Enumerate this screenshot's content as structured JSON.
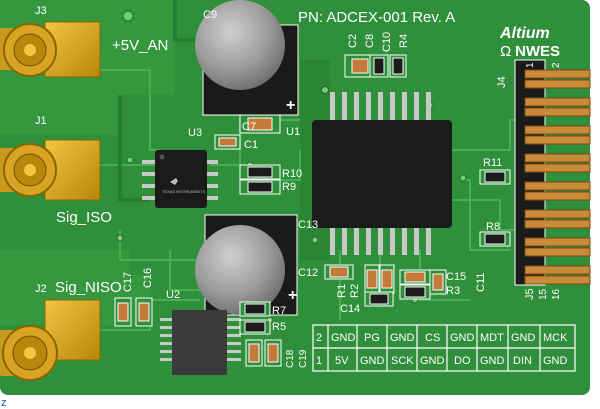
{
  "board": {
    "part_number": "PN: ADCEX-001 Rev. A",
    "logo_line1": "Altium",
    "logo_line2": "NWES"
  },
  "connectors": {
    "j3": "J3",
    "j1": "J1",
    "j2": "J2",
    "j3_label": "+5V_AN",
    "j1_label": "Sig_ISO",
    "j2_label": "Sig_NISO"
  },
  "refs": {
    "c9": "C9",
    "c2": "C2",
    "c8": "C8",
    "c10": "C10",
    "r4": "R4",
    "c7": "C7",
    "c1": "C1",
    "u3": "U3",
    "u1": "U1",
    "r10": "R10",
    "r9": "R9",
    "r11": "R11",
    "r8": "R8",
    "c13": "C13",
    "c12": "C12",
    "c14": "C14",
    "r1": "R1",
    "r2": "R2",
    "c15": "C15",
    "c11": "C11",
    "r3": "R3",
    "c17": "C17",
    "c16": "C16",
    "u2": "U2",
    "r7": "R7",
    "r5": "R5",
    "c18": "C18",
    "c19": "C19",
    "j4": "J4",
    "j5": "J5",
    "pin1": "1",
    "pin2": "2",
    "pin15": "15",
    "pin16": "16",
    "polarity_plus": "+",
    "corner_mark": "z"
  },
  "pinout": {
    "row2_number": "2",
    "row1_number": "1",
    "row2": [
      "GND",
      "PG",
      "GND",
      "CS",
      "GND",
      "MDT",
      "GND",
      "MCK"
    ],
    "row1": [
      "5V",
      "GND",
      "SCK",
      "GND",
      "DO",
      "GND",
      "DIN",
      "GND"
    ]
  },
  "ic_marking": "TEXAS INSTRUMENTS",
  "colors": {
    "pcb": "#2f8f3a",
    "pcb_dark": "#1f6b2a",
    "trace": "#3fa84d",
    "gold": "#d9a423",
    "silkscreen": "#ffffff"
  }
}
